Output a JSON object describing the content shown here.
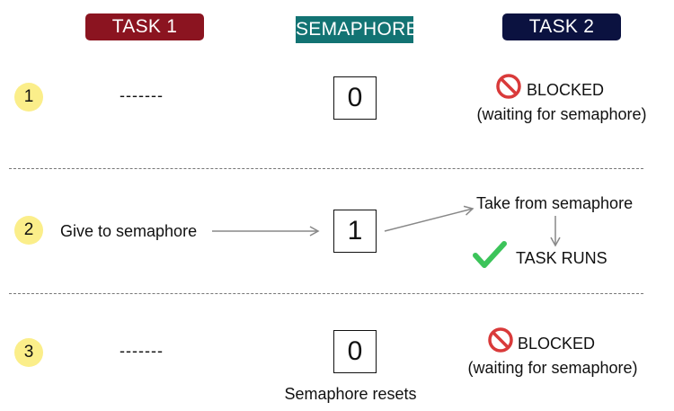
{
  "colors": {
    "task1_header": "#8b1420",
    "semaphore_header": "#127373",
    "task2_header": "#0b1240",
    "step_circle": "#fbee8a",
    "blocked_icon": "#d93a3a",
    "check_icon": "#3cc45a",
    "arrow": "#888888"
  },
  "headers": {
    "task1": "TASK 1",
    "semaphore": "SEMAPHORE",
    "task2": "TASK 2"
  },
  "steps": [
    {
      "number": "1",
      "task1_text": "-------",
      "semaphore_value": "0",
      "task2_status": "BLOCKED",
      "task2_note": "(waiting for semaphore)"
    },
    {
      "number": "2",
      "task1_text": "Give to semaphore",
      "semaphore_value": "1",
      "task2_action": "Take from semaphore",
      "task2_status": "TASK RUNS"
    },
    {
      "number": "3",
      "task1_text": "-------",
      "semaphore_value": "0",
      "semaphore_note": "Semaphore resets",
      "task2_status": "BLOCKED",
      "task2_note": "(waiting for semaphore)"
    }
  ],
  "icons": {
    "blocked": "blocked-icon",
    "check": "check-icon"
  }
}
